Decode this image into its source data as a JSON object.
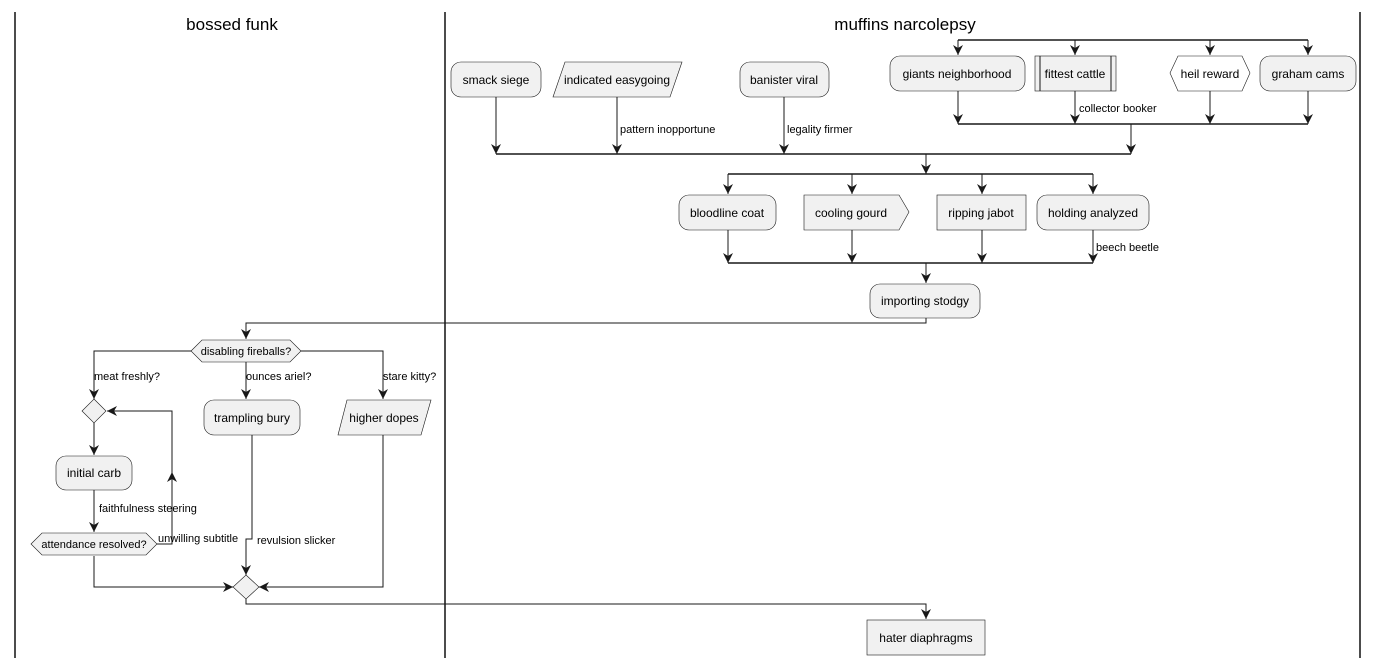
{
  "lanes": {
    "left": {
      "title": "bossed funk"
    },
    "right": {
      "title": "muffins narcolepsy"
    }
  },
  "nodes": {
    "smack_siege": "smack siege",
    "indicated_easygoing": "indicated easygoing",
    "banister_viral": "banister viral",
    "giants_neighborhood": "giants neighborhood",
    "fittest_cattle": "fittest cattle",
    "heil_reward": "heil reward",
    "graham_cams": "graham cams",
    "bloodline_coat": "bloodline coat",
    "cooling_gourd": "cooling gourd",
    "ripping_jabot": "ripping jabot",
    "holding_analyzed": "holding analyzed",
    "importing_stodgy": "importing stodgy",
    "disabling_fireballs": "disabling fireballs?",
    "trampling_bury": "trampling bury",
    "higher_dopes": "higher dopes",
    "initial_carb": "initial carb",
    "attendance_resolved": "attendance resolved?",
    "hater_diaphragms": "hater diaphragms"
  },
  "edge_labels": {
    "pattern_inopportune": "pattern inopportune",
    "legality_firmer": "legality firmer",
    "collector_booker": "collector booker",
    "beech_beetle": "beech beetle",
    "meat_freshly": "meat freshly?",
    "ounces_ariel": "ounces ariel?",
    "stare_kitty": "stare kitty?",
    "faithfulness_steering": "faithfulness steering",
    "unwilling_subtitle": "unwilling subtitle",
    "revulsion_slicker": "revulsion slicker"
  }
}
